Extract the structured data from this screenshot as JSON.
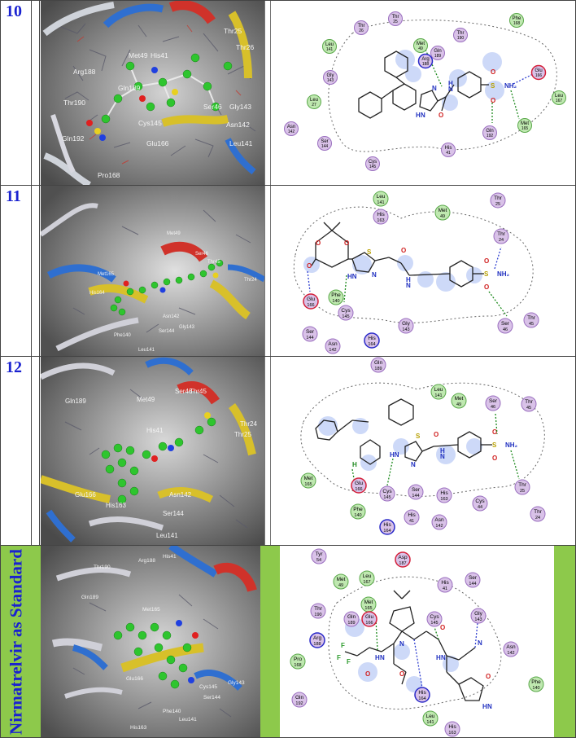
{
  "rows": [
    {
      "id": "10",
      "view_labels": [
        "Thr25",
        "Thr26",
        "Met49",
        "His41",
        "Arg188",
        "Gln189",
        "Thr190",
        "Ser46",
        "Gly143",
        "Asn142",
        "Cys145",
        "Gln192",
        "Pro168",
        "Glu166",
        "Leu141"
      ],
      "residues": [
        {
          "name": "Thr",
          "num": "26",
          "type": "polar"
        },
        {
          "name": "Thr",
          "num": "25",
          "type": "polar"
        },
        {
          "name": "Phe",
          "num": "168",
          "type": "hydrophobic"
        },
        {
          "name": "Leu",
          "num": "141",
          "type": "hydrophobic"
        },
        {
          "name": "Met",
          "num": "49",
          "type": "hydrophobic"
        },
        {
          "name": "Gln",
          "num": "189",
          "type": "polar"
        },
        {
          "name": "Thr",
          "num": "190",
          "type": "polar"
        },
        {
          "name": "Gly",
          "num": "143",
          "type": "polar"
        },
        {
          "name": "Arg",
          "num": "188",
          "type": "positive"
        },
        {
          "name": "Glu",
          "num": "166",
          "type": "negative"
        },
        {
          "name": "Leu",
          "num": "27",
          "type": "hydrophobic"
        },
        {
          "name": "Leu",
          "num": "167",
          "type": "hydrophobic"
        },
        {
          "name": "Asn",
          "num": "142",
          "type": "polar"
        },
        {
          "name": "Gln",
          "num": "192",
          "type": "polar"
        },
        {
          "name": "Met",
          "num": "165",
          "type": "hydrophobic"
        },
        {
          "name": "Ser",
          "num": "144",
          "type": "polar"
        },
        {
          "name": "His",
          "num": "41",
          "type": "polar"
        },
        {
          "name": "Cys",
          "num": "145",
          "type": "polar"
        }
      ],
      "atoms": [
        {
          "t": "H"
        },
        {
          "t": "N"
        },
        {
          "t": "N"
        },
        {
          "t": "O"
        },
        {
          "t": "H"
        },
        {
          "t": "N"
        },
        {
          "t": "S"
        },
        {
          "t": "O"
        },
        {
          "t": "O"
        },
        {
          "t": "NH₂"
        }
      ]
    },
    {
      "id": "11",
      "view_labels": [
        "Met49",
        "Ser46",
        "Thr45",
        "Thr24",
        "Met165",
        "His164",
        "Asn142",
        "Gly143",
        "Ser144",
        "Phe140",
        "Leu141"
      ],
      "residues": [
        {
          "name": "Leu",
          "num": "141",
          "type": "hydrophobic"
        },
        {
          "name": "His",
          "num": "163",
          "type": "polar"
        },
        {
          "name": "Met",
          "num": "49",
          "type": "hydrophobic"
        },
        {
          "name": "Thr",
          "num": "25",
          "type": "polar"
        },
        {
          "name": "Thr",
          "num": "24",
          "type": "polar"
        },
        {
          "name": "Glu",
          "num": "166",
          "type": "negative"
        },
        {
          "name": "Phe",
          "num": "140",
          "type": "hydrophobic"
        },
        {
          "name": "Cys",
          "num": "145",
          "type": "polar"
        },
        {
          "name": "Gly",
          "num": "143",
          "type": "polar"
        },
        {
          "name": "Ser",
          "num": "46",
          "type": "polar"
        },
        {
          "name": "Thr",
          "num": "45",
          "type": "polar"
        },
        {
          "name": "Ser",
          "num": "144",
          "type": "polar"
        },
        {
          "name": "His",
          "num": "164",
          "type": "positive"
        },
        {
          "name": "Asn",
          "num": "142",
          "type": "polar"
        }
      ],
      "atoms": [
        {
          "t": "O"
        },
        {
          "t": "O"
        },
        {
          "t": "O"
        },
        {
          "t": "S"
        },
        {
          "t": "HN"
        },
        {
          "t": "N"
        },
        {
          "t": "O"
        },
        {
          "t": "H"
        },
        {
          "t": "N"
        },
        {
          "t": "S"
        },
        {
          "t": "O"
        },
        {
          "t": "O"
        },
        {
          "t": "NH₂"
        }
      ]
    },
    {
      "id": "12",
      "view_labels": [
        "Gln189",
        "Met49",
        "Ser46",
        "Thr45",
        "His41",
        "Thr24",
        "Thr25",
        "Glu166",
        "His163",
        "Asn142",
        "Ser144",
        "Leu141"
      ],
      "residues": [
        {
          "name": "Gln",
          "num": "189",
          "type": "polar"
        },
        {
          "name": "Leu",
          "num": "141",
          "type": "hydrophobic"
        },
        {
          "name": "Met",
          "num": "49",
          "type": "hydrophobic"
        },
        {
          "name": "Ser",
          "num": "46",
          "type": "polar"
        },
        {
          "name": "Thr",
          "num": "45",
          "type": "polar"
        },
        {
          "name": "Met",
          "num": "165",
          "type": "hydrophobic"
        },
        {
          "name": "Glu",
          "num": "166",
          "type": "negative"
        },
        {
          "name": "Cys",
          "num": "145",
          "type": "polar"
        },
        {
          "name": "Ser",
          "num": "144",
          "type": "polar"
        },
        {
          "name": "His",
          "num": "163",
          "type": "polar"
        },
        {
          "name": "Thr",
          "num": "25",
          "type": "polar"
        },
        {
          "name": "Phe",
          "num": "140",
          "type": "hydrophobic"
        },
        {
          "name": "Cys",
          "num": "44",
          "type": "polar"
        },
        {
          "name": "Thr",
          "num": "24",
          "type": "polar"
        },
        {
          "name": "His",
          "num": "41",
          "type": "polar"
        },
        {
          "name": "Asn",
          "num": "142",
          "type": "polar"
        },
        {
          "name": "His",
          "num": "164",
          "type": "positive"
        }
      ],
      "atoms": [
        {
          "t": "S"
        },
        {
          "t": "HN"
        },
        {
          "t": "N"
        },
        {
          "t": "O"
        },
        {
          "t": "H"
        },
        {
          "t": "N"
        },
        {
          "t": "S"
        },
        {
          "t": "O"
        },
        {
          "t": "O"
        },
        {
          "t": "NH₂"
        },
        {
          "t": "H"
        }
      ]
    },
    {
      "id": "Nirmatrelvir as Standard",
      "view_labels": [
        "Thr190",
        "Arg188",
        "His41",
        "Gln189",
        "Met165",
        "Glu166",
        "Cys145",
        "Gly143",
        "Ser144",
        "Phe140",
        "Leu141",
        "His163"
      ],
      "residues": [
        {
          "name": "Tyr",
          "num": "54",
          "type": "polar"
        },
        {
          "name": "Asp",
          "num": "187",
          "type": "negative"
        },
        {
          "name": "Met",
          "num": "49",
          "type": "hydrophobic"
        },
        {
          "name": "Leu",
          "num": "167",
          "type": "hydrophobic"
        },
        {
          "name": "His",
          "num": "41",
          "type": "polar"
        },
        {
          "name": "Ser",
          "num": "144",
          "type": "polar"
        },
        {
          "name": "Thr",
          "num": "190",
          "type": "polar"
        },
        {
          "name": "Met",
          "num": "165",
          "type": "hydrophobic"
        },
        {
          "name": "Gln",
          "num": "189",
          "type": "polar"
        },
        {
          "name": "Glu",
          "num": "166",
          "type": "negative"
        },
        {
          "name": "Cys",
          "num": "145",
          "type": "polar"
        },
        {
          "name": "Gly",
          "num": "143",
          "type": "polar"
        },
        {
          "name": "Arg",
          "num": "188",
          "type": "positive"
        },
        {
          "name": "Asn",
          "num": "142",
          "type": "polar"
        },
        {
          "name": "Pro",
          "num": "168",
          "type": "hydrophobic"
        },
        {
          "name": "Phe",
          "num": "140",
          "type": "hydrophobic"
        },
        {
          "name": "Gln",
          "num": "192",
          "type": "polar"
        },
        {
          "name": "His",
          "num": "164",
          "type": "positive"
        },
        {
          "name": "Leu",
          "num": "141",
          "type": "hydrophobic"
        },
        {
          "name": "His",
          "num": "163",
          "type": "polar"
        }
      ],
      "atoms": [
        {
          "t": "F"
        },
        {
          "t": "F"
        },
        {
          "t": "F"
        },
        {
          "t": "H"
        },
        {
          "t": "N"
        },
        {
          "t": "O"
        },
        {
          "t": "N"
        },
        {
          "t": "O"
        },
        {
          "t": "O"
        },
        {
          "t": "H"
        },
        {
          "t": "N"
        },
        {
          "t": "N"
        },
        {
          "t": "O"
        },
        {
          "t": "H"
        },
        {
          "t": "N"
        }
      ]
    }
  ],
  "colors": {
    "id_text": "#1a22d0",
    "standard_band": "#8dc94b",
    "polar_fill": "#d9c2e8",
    "polar_stroke": "#9a6fbf",
    "hydrophobic_fill": "#bfe8b0",
    "hydrophobic_stroke": "#5aa84a",
    "negative_stroke": "#d4203a",
    "positive_stroke": "#2a2ac8",
    "hbond_green": "#1e8a1e",
    "hbond_blue": "#3040d0",
    "halo": "#6aaee8"
  }
}
